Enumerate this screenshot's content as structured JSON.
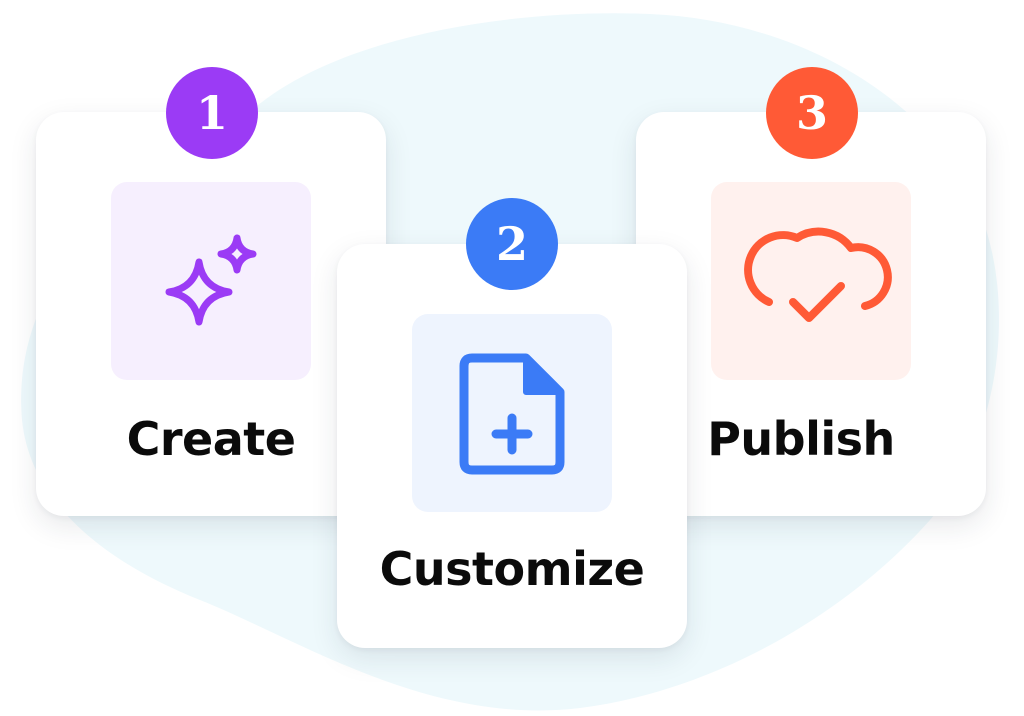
{
  "colors": {
    "step1": "#9b3bf5",
    "step1_tile": "#f6effe",
    "step2": "#3b7bf6",
    "step2_tile": "#eef4fe",
    "step3": "#ff5a36",
    "step3_tile": "#fff1ee",
    "backdrop": "#eef9fc"
  },
  "steps": [
    {
      "number": "1",
      "label": "Create",
      "icon": "sparkles-icon"
    },
    {
      "number": "2",
      "label": "Customize",
      "icon": "file-plus-icon"
    },
    {
      "number": "3",
      "label": "Publish",
      "icon": "cloud-check-icon"
    }
  ]
}
